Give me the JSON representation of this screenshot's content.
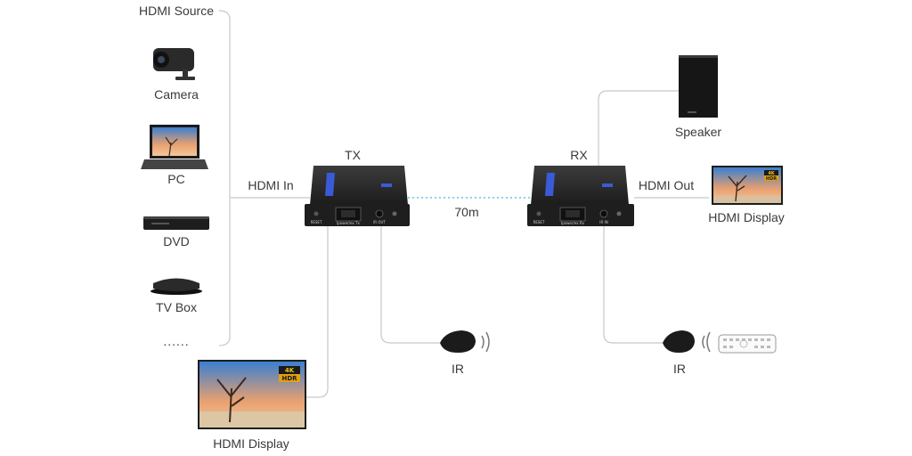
{
  "source_group": {
    "title": "HDMI Source",
    "items": [
      {
        "label": "Camera",
        "icon": "camera-icon"
      },
      {
        "label": "PC",
        "icon": "laptop-icon"
      },
      {
        "label": "DVD",
        "icon": "dvd-player-icon"
      },
      {
        "label": "TV Box",
        "icon": "tv-box-icon"
      }
    ],
    "more": "......"
  },
  "links": {
    "hdmi_in": "HDMI In",
    "hdmi_out": "HDMI Out",
    "distance": "70m"
  },
  "tx": {
    "label": "TX",
    "ports": [
      "RESET",
      "Ipower/ex Tx",
      "IR OUT"
    ]
  },
  "rx": {
    "label": "RX",
    "ports": [
      "RESET",
      "Ipower/ex Rx",
      "IR IN"
    ]
  },
  "outputs": {
    "speaker": "Speaker",
    "rx_display": "HDMI Display",
    "tx_display": "HDMI Display",
    "tx_ir": "IR",
    "rx_ir": "IR"
  },
  "badges": {
    "resolution": "4K",
    "hdr": "HDR"
  },
  "colors": {
    "line": "#c8c8c8",
    "cable": "#5ac8e0",
    "device": "#2b2b2b",
    "device_label": "#3a5bd6"
  }
}
